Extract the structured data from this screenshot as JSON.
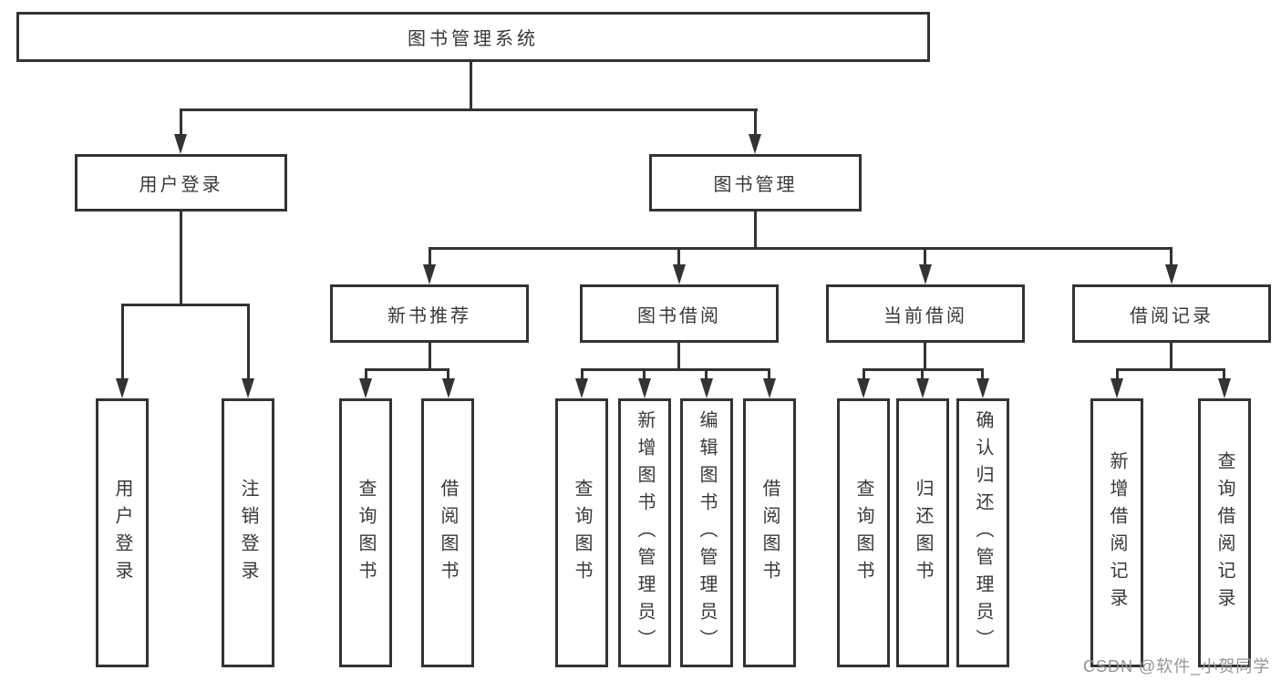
{
  "diagram_title": "图书管理系统",
  "watermark": "CSDN @软件_小贺同学",
  "colors": {
    "line": "#333333",
    "box_border": "#333333",
    "text": "#383838",
    "watermark": "#949494",
    "background": "#ffffff"
  },
  "tree": {
    "root": {
      "label": "图书管理系统"
    },
    "branches": [
      {
        "label": "用户登录",
        "children": [
          "用户登录",
          "注销登录"
        ]
      },
      {
        "label": "图书管理",
        "children": [
          {
            "label": "新书推荐",
            "children": [
              "查询图书",
              "借阅图书"
            ]
          },
          {
            "label": "图书借阅",
            "children": [
              "查询图书",
              "新增图书（管理员）",
              "编辑图书（管理员）",
              "借阅图书"
            ]
          },
          {
            "label": "当前借阅",
            "children": [
              "查询图书",
              "归还图书",
              "确认归还（管理员）"
            ]
          },
          {
            "label": "借阅记录",
            "children": [
              "新增借阅记录",
              "查询借阅记录"
            ]
          }
        ]
      }
    ]
  }
}
